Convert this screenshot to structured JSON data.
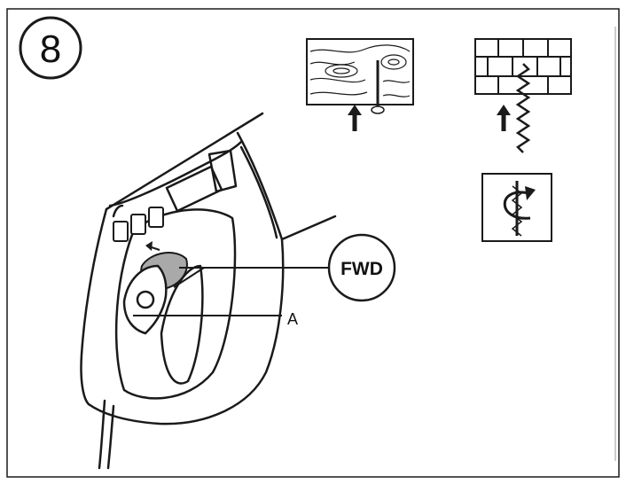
{
  "figure": {
    "step_number": "8",
    "callouts": {
      "direction": "FWD",
      "part": "A"
    },
    "icons": [
      "wood-screw-icon",
      "brick-drill-icon",
      "forward-rotation-icon",
      "up-arrow-icon",
      "left-arrow-icon"
    ],
    "colors": {
      "ink": "#1a1a1a",
      "switch_fill": "#a9a9a9",
      "background": "#ffffff"
    }
  }
}
